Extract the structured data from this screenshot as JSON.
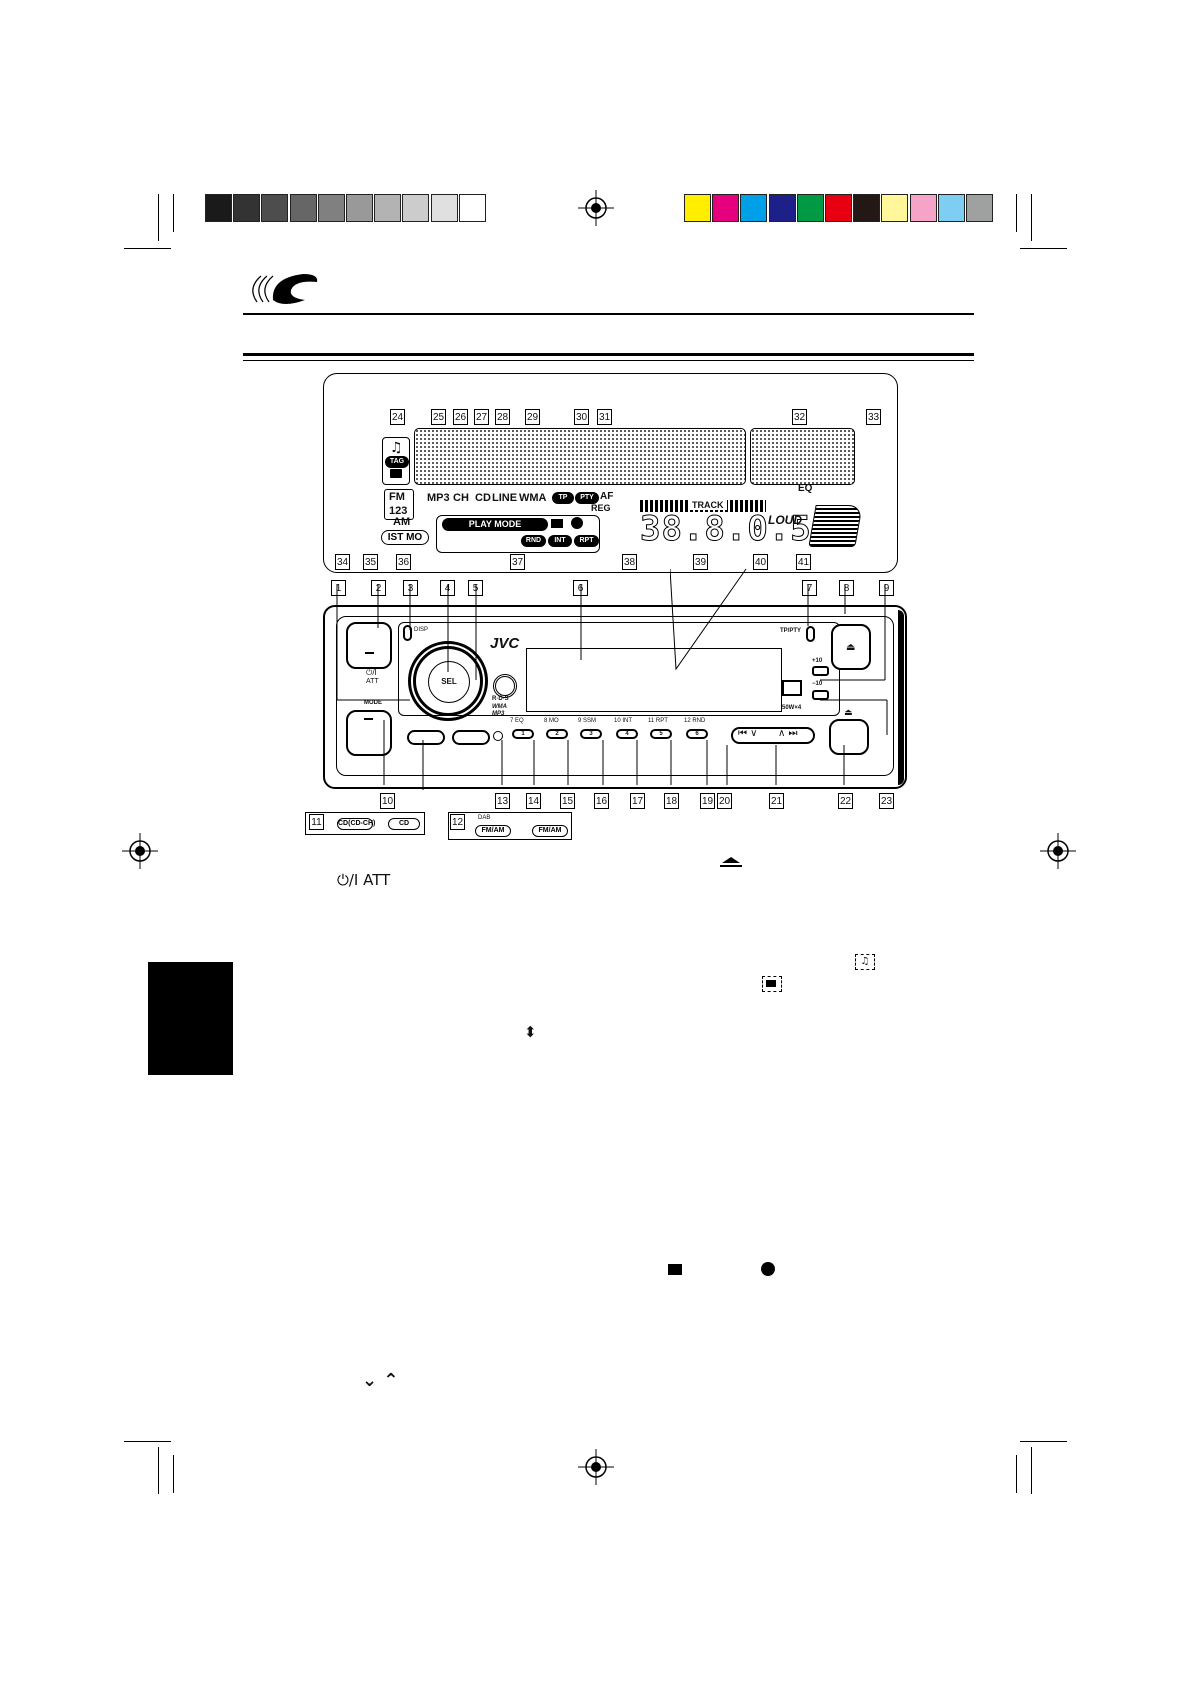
{
  "colors": {
    "gray_swatches": [
      "#1a1a1a",
      "#333333",
      "#4d4d4d",
      "#666666",
      "#808080",
      "#999999",
      "#b3b3b3",
      "#cccccc",
      "#e0e0e0",
      "#ffffff"
    ],
    "color_swatches": [
      "#ffee00",
      "#e6007e",
      "#00a0e9",
      "#1d2088",
      "#009944",
      "#e60012",
      "#231815",
      "#fff799",
      "#f5a3c7",
      "#7ecef4",
      "#9fa0a0"
    ]
  },
  "diagram": {
    "callouts": [
      "1",
      "2",
      "3",
      "4",
      "5",
      "6",
      "7",
      "8",
      "9",
      "10",
      "11",
      "12",
      "13",
      "14",
      "15",
      "16",
      "17",
      "18",
      "19",
      "20",
      "21",
      "22",
      "23",
      "24",
      "25",
      "26",
      "27",
      "28",
      "29",
      "30",
      "31",
      "32",
      "33",
      "34",
      "35",
      "36",
      "37",
      "38",
      "39",
      "40",
      "41"
    ],
    "display_labels": {
      "tag": "TAG",
      "fm": "FM",
      "band_num": "123",
      "am": "AM",
      "ist_mo": "IST MO",
      "mp3": "MP3",
      "ch": "CH",
      "cd": "CD",
      "line": "LINE",
      "wma": "WMA",
      "tp": "TP",
      "pty": "PTY",
      "af": "AF",
      "reg": "REG",
      "play_mode": "PLAY MODE",
      "rnd": "RND",
      "int": "INT",
      "rpt": "RPT",
      "track": "TRACK",
      "eq": "EQ",
      "loud": "LOUD",
      "segment_readout": "38.8.0.5"
    },
    "panel_labels": {
      "disp": "DISP",
      "att_symbol": "⏻/I",
      "att": "ATT",
      "sel": "SEL",
      "brand": "JVC",
      "rds": "R·D·S",
      "wma_mp3": "WMA MP3",
      "tp_pty": "TP/PTY",
      "plus10": "+10",
      "minus10": "−10",
      "mode": "MODE",
      "watts": "50W×4",
      "presets": [
        "7  EQ",
        "8  MO",
        "9  SSM",
        "10 INT",
        "11 RPT",
        "12 RND"
      ],
      "preset_digits": [
        "1",
        "2",
        "3",
        "4",
        "5",
        "6"
      ]
    },
    "source_buttons": {
      "cd_ch": "CD(CD-CH)",
      "cd": "CD",
      "dab": "DAB",
      "fm_am_1": "FM/AM",
      "fm_am_2": "FM/AM"
    }
  },
  "text_fragments": {
    "power_att": "⏻/I ATT",
    "eject_symbol": "⏏",
    "down_up": "⌄ ⌃"
  }
}
